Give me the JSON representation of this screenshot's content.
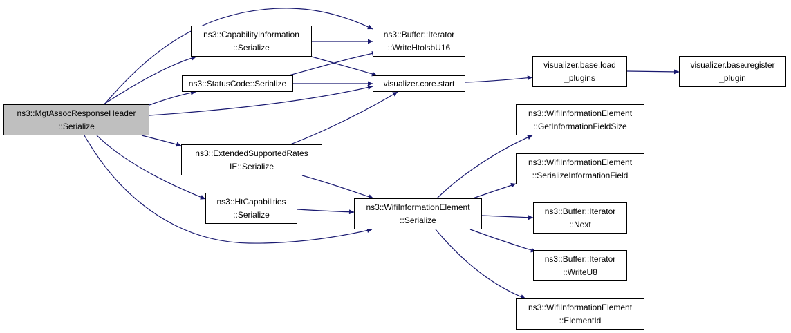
{
  "colors": {
    "edge": "#191970",
    "root_fill": "#bfbfbf",
    "node_fill": "#ffffff",
    "border": "#000000"
  },
  "nodes": {
    "mgt": [
      "ns3::MgtAssocResponseHeader",
      "::Serialize"
    ],
    "cap": [
      "ns3::CapabilityInformation",
      "::Serialize"
    ],
    "status": [
      "ns3::StatusCode::Serialize"
    ],
    "ext": [
      "ns3::ExtendedSupportedRates",
      "IE::Serialize"
    ],
    "ht": [
      "ns3::HtCapabilities",
      "::Serialize"
    ],
    "writeHtoLsb": [
      "ns3::Buffer::Iterator",
      "::WriteHtolsbU16"
    ],
    "vcore": [
      "visualizer.core.start"
    ],
    "wie": [
      "ns3::WifiInformationElement",
      "::Serialize"
    ],
    "vload": [
      "visualizer.base.load",
      "_plugins"
    ],
    "vreg": [
      "visualizer.base.register",
      "_plugin"
    ],
    "getSize": [
      "ns3::WifiInformationElement",
      "::GetInformationFieldSize"
    ],
    "serField": [
      "ns3::WifiInformationElement",
      "::SerializeInformationField"
    ],
    "next": [
      "ns3::Buffer::Iterator",
      "::Next"
    ],
    "writeU8": [
      "ns3::Buffer::Iterator",
      "::WriteU8"
    ],
    "elemId": [
      "ns3::WifiInformationElement",
      "::ElementId"
    ]
  },
  "edges": [
    [
      "mgt",
      "writeHtoLsb"
    ],
    [
      "mgt",
      "cap"
    ],
    [
      "mgt",
      "status"
    ],
    [
      "mgt",
      "vcore"
    ],
    [
      "mgt",
      "ext"
    ],
    [
      "mgt",
      "ht"
    ],
    [
      "mgt",
      "wie"
    ],
    [
      "cap",
      "writeHtoLsb"
    ],
    [
      "cap",
      "vcore"
    ],
    [
      "status",
      "writeHtoLsb"
    ],
    [
      "status",
      "vcore"
    ],
    [
      "ext",
      "vcore"
    ],
    [
      "ext",
      "wie"
    ],
    [
      "ht",
      "wie"
    ],
    [
      "vcore",
      "vload"
    ],
    [
      "vload",
      "vreg"
    ],
    [
      "wie",
      "getSize"
    ],
    [
      "wie",
      "serField"
    ],
    [
      "wie",
      "next"
    ],
    [
      "wie",
      "writeU8"
    ],
    [
      "wie",
      "elemId"
    ]
  ]
}
